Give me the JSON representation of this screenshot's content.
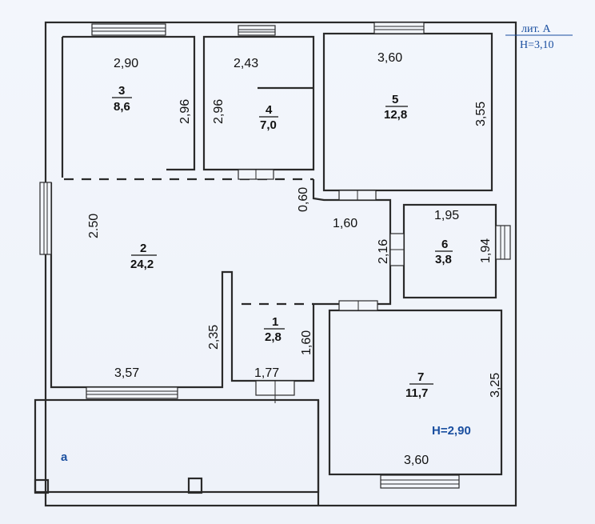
{
  "plan": {
    "lit_label": "лит. А",
    "height_main": "Н=3,10",
    "height_room7": "Н=2,90",
    "terrace_label": "а"
  },
  "rooms": [
    {
      "id": "3",
      "num": "3",
      "area": "8,6",
      "dim_top": "2,90",
      "dim_side": "2,96"
    },
    {
      "id": "4",
      "num": "4",
      "area": "7,0",
      "dim_top": "2,43",
      "dim_side": "2,96"
    },
    {
      "id": "5",
      "num": "5",
      "area": "12,8",
      "dim_top": "3,60",
      "dim_side": "3,55"
    },
    {
      "id": "2",
      "num": "2",
      "area": "24,2",
      "dim_side": "2.50",
      "dim_bottom": "3,57",
      "dim_inner": "2,35",
      "dim_passage": "0,60",
      "dim_mid": "1,60",
      "dim_mid2": "2,16"
    },
    {
      "id": "6",
      "num": "6",
      "area": "3,8",
      "dim_top": "1,95",
      "dim_side": "1,94"
    },
    {
      "id": "1",
      "num": "1",
      "area": "2,8",
      "dim_bottom": "1,77",
      "dim_side": "1,60"
    },
    {
      "id": "7",
      "num": "7",
      "area": "11,7",
      "dim_bottom": "3,60",
      "dim_side": "3,25"
    }
  ]
}
